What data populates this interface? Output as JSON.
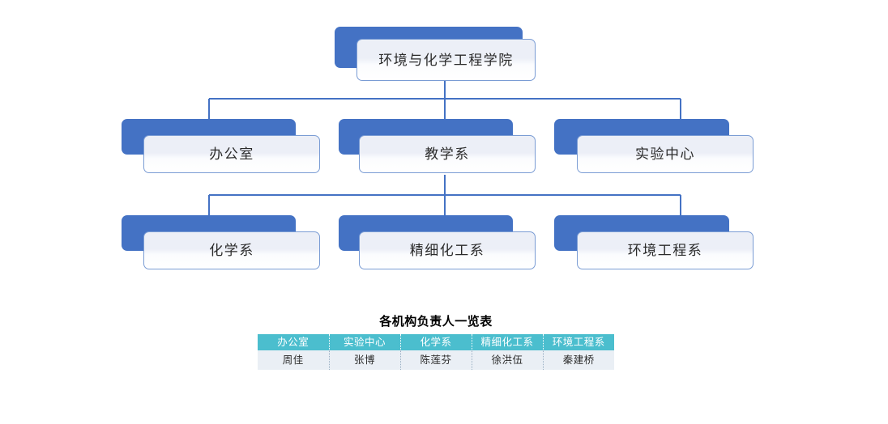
{
  "chart": {
    "type": "org-chart",
    "accent_color": "#4472C4",
    "card_border_color": "#7a9cd4",
    "connector_color": "#4472C4",
    "levels": [
      {
        "level": 1,
        "nodes": [
          {
            "id": "college",
            "label": "环境与化学工程学院"
          }
        ]
      },
      {
        "level": 2,
        "nodes": [
          {
            "id": "office",
            "label": "办公室"
          },
          {
            "id": "teaching",
            "label": "教学系"
          },
          {
            "id": "lab-center",
            "label": "实验中心"
          }
        ]
      },
      {
        "level": 3,
        "nodes": [
          {
            "id": "chemistry",
            "label": "化学系"
          },
          {
            "id": "fine-chemical",
            "label": "精细化工系"
          },
          {
            "id": "environmental-eng",
            "label": "环境工程系"
          }
        ]
      }
    ],
    "edges": [
      {
        "from": "college",
        "to": "office"
      },
      {
        "from": "college",
        "to": "teaching"
      },
      {
        "from": "college",
        "to": "lab-center"
      },
      {
        "from": "teaching",
        "to": "chemistry"
      },
      {
        "from": "teaching",
        "to": "fine-chemical"
      },
      {
        "from": "teaching",
        "to": "environmental-eng"
      }
    ]
  },
  "roster": {
    "title": "各机构负责人一览表",
    "header_color": "#4BBECE",
    "row_color": "#EAEFF5",
    "columns": [
      "办公室",
      "实验中心",
      "化学系",
      "精细化工系",
      "环境工程系"
    ],
    "rows": [
      [
        "周佳",
        "张博",
        "陈莲芬",
        "徐洪伍",
        "秦建桥"
      ]
    ]
  }
}
